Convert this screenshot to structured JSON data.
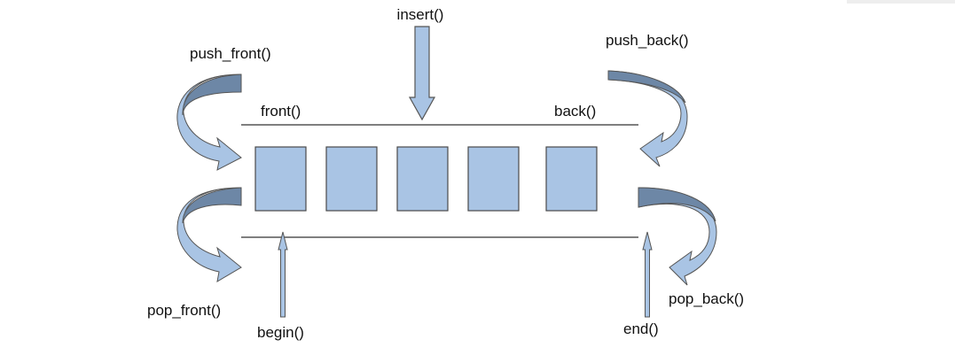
{
  "labels": {
    "insert": "insert()",
    "push_front": "push_front()",
    "push_back": "push_back()",
    "front": "front()",
    "back": "back()",
    "pop_front": "pop_front()",
    "pop_back": "pop_back()",
    "begin": "begin()",
    "end": "end()"
  },
  "elements": {
    "count": 5
  },
  "colors": {
    "element_fill": "#a9c4e4",
    "element_stroke": "#4a4a4a",
    "arrow_light": "#a9c4e4",
    "arrow_dark": "#6d87a6",
    "line": "#555555"
  }
}
